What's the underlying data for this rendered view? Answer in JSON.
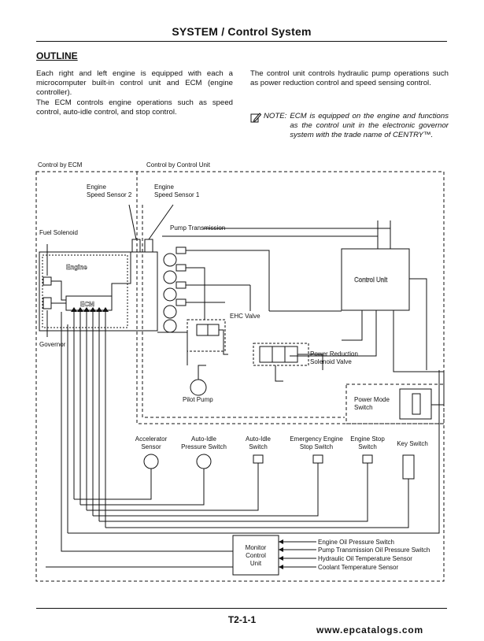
{
  "header": {
    "title": "SYSTEM / Control System"
  },
  "section": {
    "heading": "OUTLINE"
  },
  "left_column": {
    "p1": "Each right and left engine is equipped with each a microcomputer built-in control unit and ECM (engine controller).",
    "p2": "The ECM controls engine operations such as speed control, auto-idle control, and stop control."
  },
  "right_column": {
    "p1": "The control unit controls hydraulic pump operations such as power reduction control and speed sensing control."
  },
  "note": {
    "icon": "pencil-note-icon",
    "label": "NOTE:",
    "text": "ECM is equipped on the engine and functions as the control unit in the electronic governor system with the trade name of CENTRY™."
  },
  "diagram": {
    "region_labels": {
      "ecm": "Control by ECM",
      "control_unit": "Control by Control Unit"
    },
    "components": {
      "engine_speed_sensor_2": [
        "Engine",
        "Speed Sensor 2"
      ],
      "engine_speed_sensor_1": [
        "Engine",
        "Speed Sensor 1"
      ],
      "pump_transmission": "Pump Transmission",
      "fuel_solenoid": "Fuel Solenoid",
      "engine": "Engine",
      "ecm": "ECM",
      "governor": "Governor",
      "ehc_valve": "EHC Valve",
      "control_unit": "Control Unit",
      "power_reduction_valve": [
        "Power Reduction",
        "Solenoid Valve"
      ],
      "pilot_pump": "Pilot Pump",
      "power_mode_switch": [
        "Power Mode",
        "Switch"
      ],
      "accelerator_sensor": [
        "Accelerator",
        "Sensor"
      ],
      "auto_idle_pressure_switch": [
        "Auto-Idle",
        "Pressure Switch"
      ],
      "auto_idle_switch": [
        "Auto-Idle",
        "Switch"
      ],
      "emergency_engine_stop_switch": [
        "Emergency Engine",
        "Stop Switch"
      ],
      "engine_stop_switch": [
        "Engine Stop",
        "Switch"
      ],
      "key_switch": "Key Switch",
      "monitor_control_unit": [
        "Monitor",
        "Control",
        "Unit"
      ]
    },
    "sensors": [
      "Engine Oil Pressure Switch",
      "Pump Transmission Oil Pressure Switch",
      "Hydraulic Oil Temperature Sensor",
      "Coolant Temperature Sensor"
    ]
  },
  "footer": {
    "page_number": "T2-1-1"
  },
  "watermark": "www.epcatalogs.com"
}
